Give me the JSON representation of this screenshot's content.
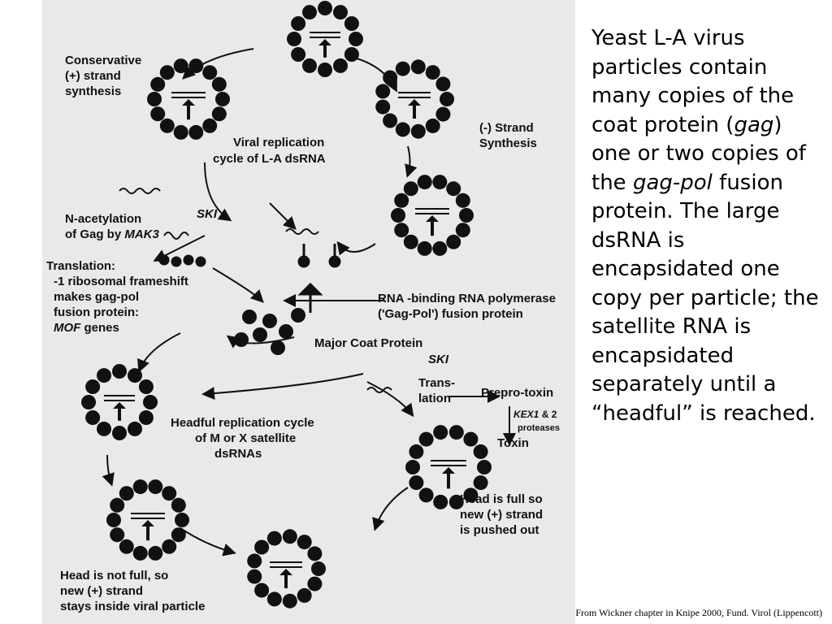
{
  "figure": {
    "labels": {
      "conservative": [
        "Conservative",
        "(+) strand",
        "synthesis"
      ],
      "replication_cycle": [
        "Viral replication",
        "cycle of L-A dsRNA"
      ],
      "minus_strand": [
        "(-) Strand",
        "Synthesis"
      ],
      "ski_top": "SKI",
      "nacetyl": [
        "N-acetylation",
        "of Gag by "
      ],
      "mak3": "MAK3",
      "translation": [
        "Translation:",
        "-1 ribosomal frameshift",
        "makes gag-pol",
        "fusion  protein:"
      ],
      "mof": "MOF",
      "mof_suffix": " genes",
      "rna_polymerase": [
        "RNA -binding RNA polymerase",
        "('Gag-Pol') fusion protein"
      ],
      "major_coat": "Major Coat Protein",
      "ski_mid": "SKI",
      "translation_short": [
        "Trans-",
        "lation"
      ],
      "prepro": "Prepro-toxin",
      "kex": "KEX1",
      "kex_suffix": " & 2",
      "proteases": "proteases",
      "toxin": "Toxin",
      "headful": [
        "Headful replication cycle",
        "of M or X satellite",
        "dsRNAs"
      ],
      "head_full": [
        "Head is full so",
        "new (+) strand",
        "is pushed out"
      ],
      "head_not_full": [
        "Head is not full, so",
        "new (+) strand",
        "stays inside viral particle"
      ]
    }
  },
  "description": {
    "p1": "Yeast L-A virus particles contain many copies of the coat protein (",
    "gag": "gag",
    "p2": ") one or two copies of the ",
    "gagpol": "gag-pol",
    "p3": " fusion protein. The large dsRNA is encapsidated one copy per particle; the satellite RNA is encapsidated separately until a “headful” is reached."
  },
  "credit": "From Wickner chapter  in Knipe 2000, Fund. Virol (Lippencott)"
}
